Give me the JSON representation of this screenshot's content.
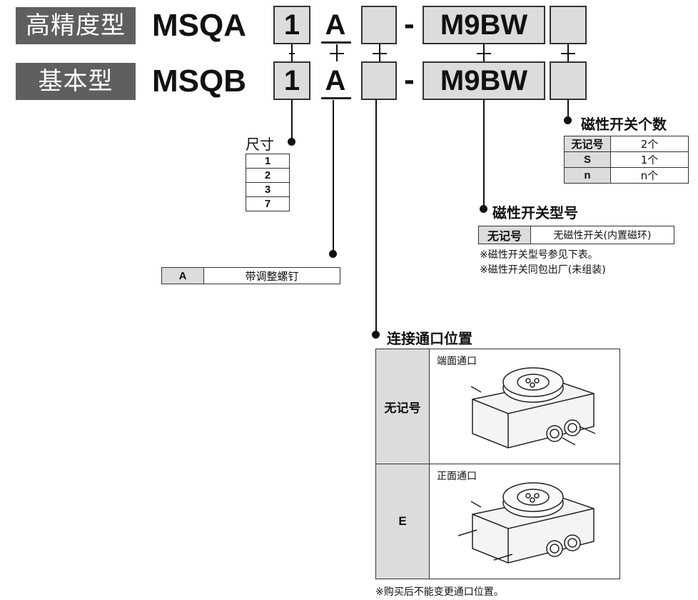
{
  "rows": [
    {
      "label": "高精度型",
      "model": "MSQA",
      "size": "1",
      "adjust": "A",
      "port": "",
      "switch": "M9BW",
      "count": ""
    },
    {
      "label": "基本型",
      "model": "MSQB",
      "size": "1",
      "adjust": "A",
      "port": "",
      "switch": "M9BW",
      "count": ""
    }
  ],
  "dash": "-",
  "size_section": {
    "title": "尺寸",
    "values": [
      "1",
      "2",
      "3",
      "7"
    ]
  },
  "adjust_section": {
    "key": "A",
    "value": "带调整螺钉"
  },
  "count_section": {
    "title": "磁性开关个数",
    "rows": [
      {
        "key": "无记号",
        "value": "2个"
      },
      {
        "key": "S",
        "value": "1个"
      },
      {
        "key": "n",
        "value": "n个"
      }
    ]
  },
  "switch_section": {
    "title": "磁性开关型号",
    "key": "无记号",
    "value": "无磁性开关(内置磁环)",
    "notes": [
      "※磁性开关型号参见下表。",
      "※磁性开关同包出厂(未组装)"
    ]
  },
  "port_section": {
    "title": "连接通口位置",
    "rows": [
      {
        "key": "无记号",
        "desc": "端面通口"
      },
      {
        "key": "E",
        "desc": "正面通口"
      }
    ],
    "note": "※购买后不能变更通口位置。"
  }
}
